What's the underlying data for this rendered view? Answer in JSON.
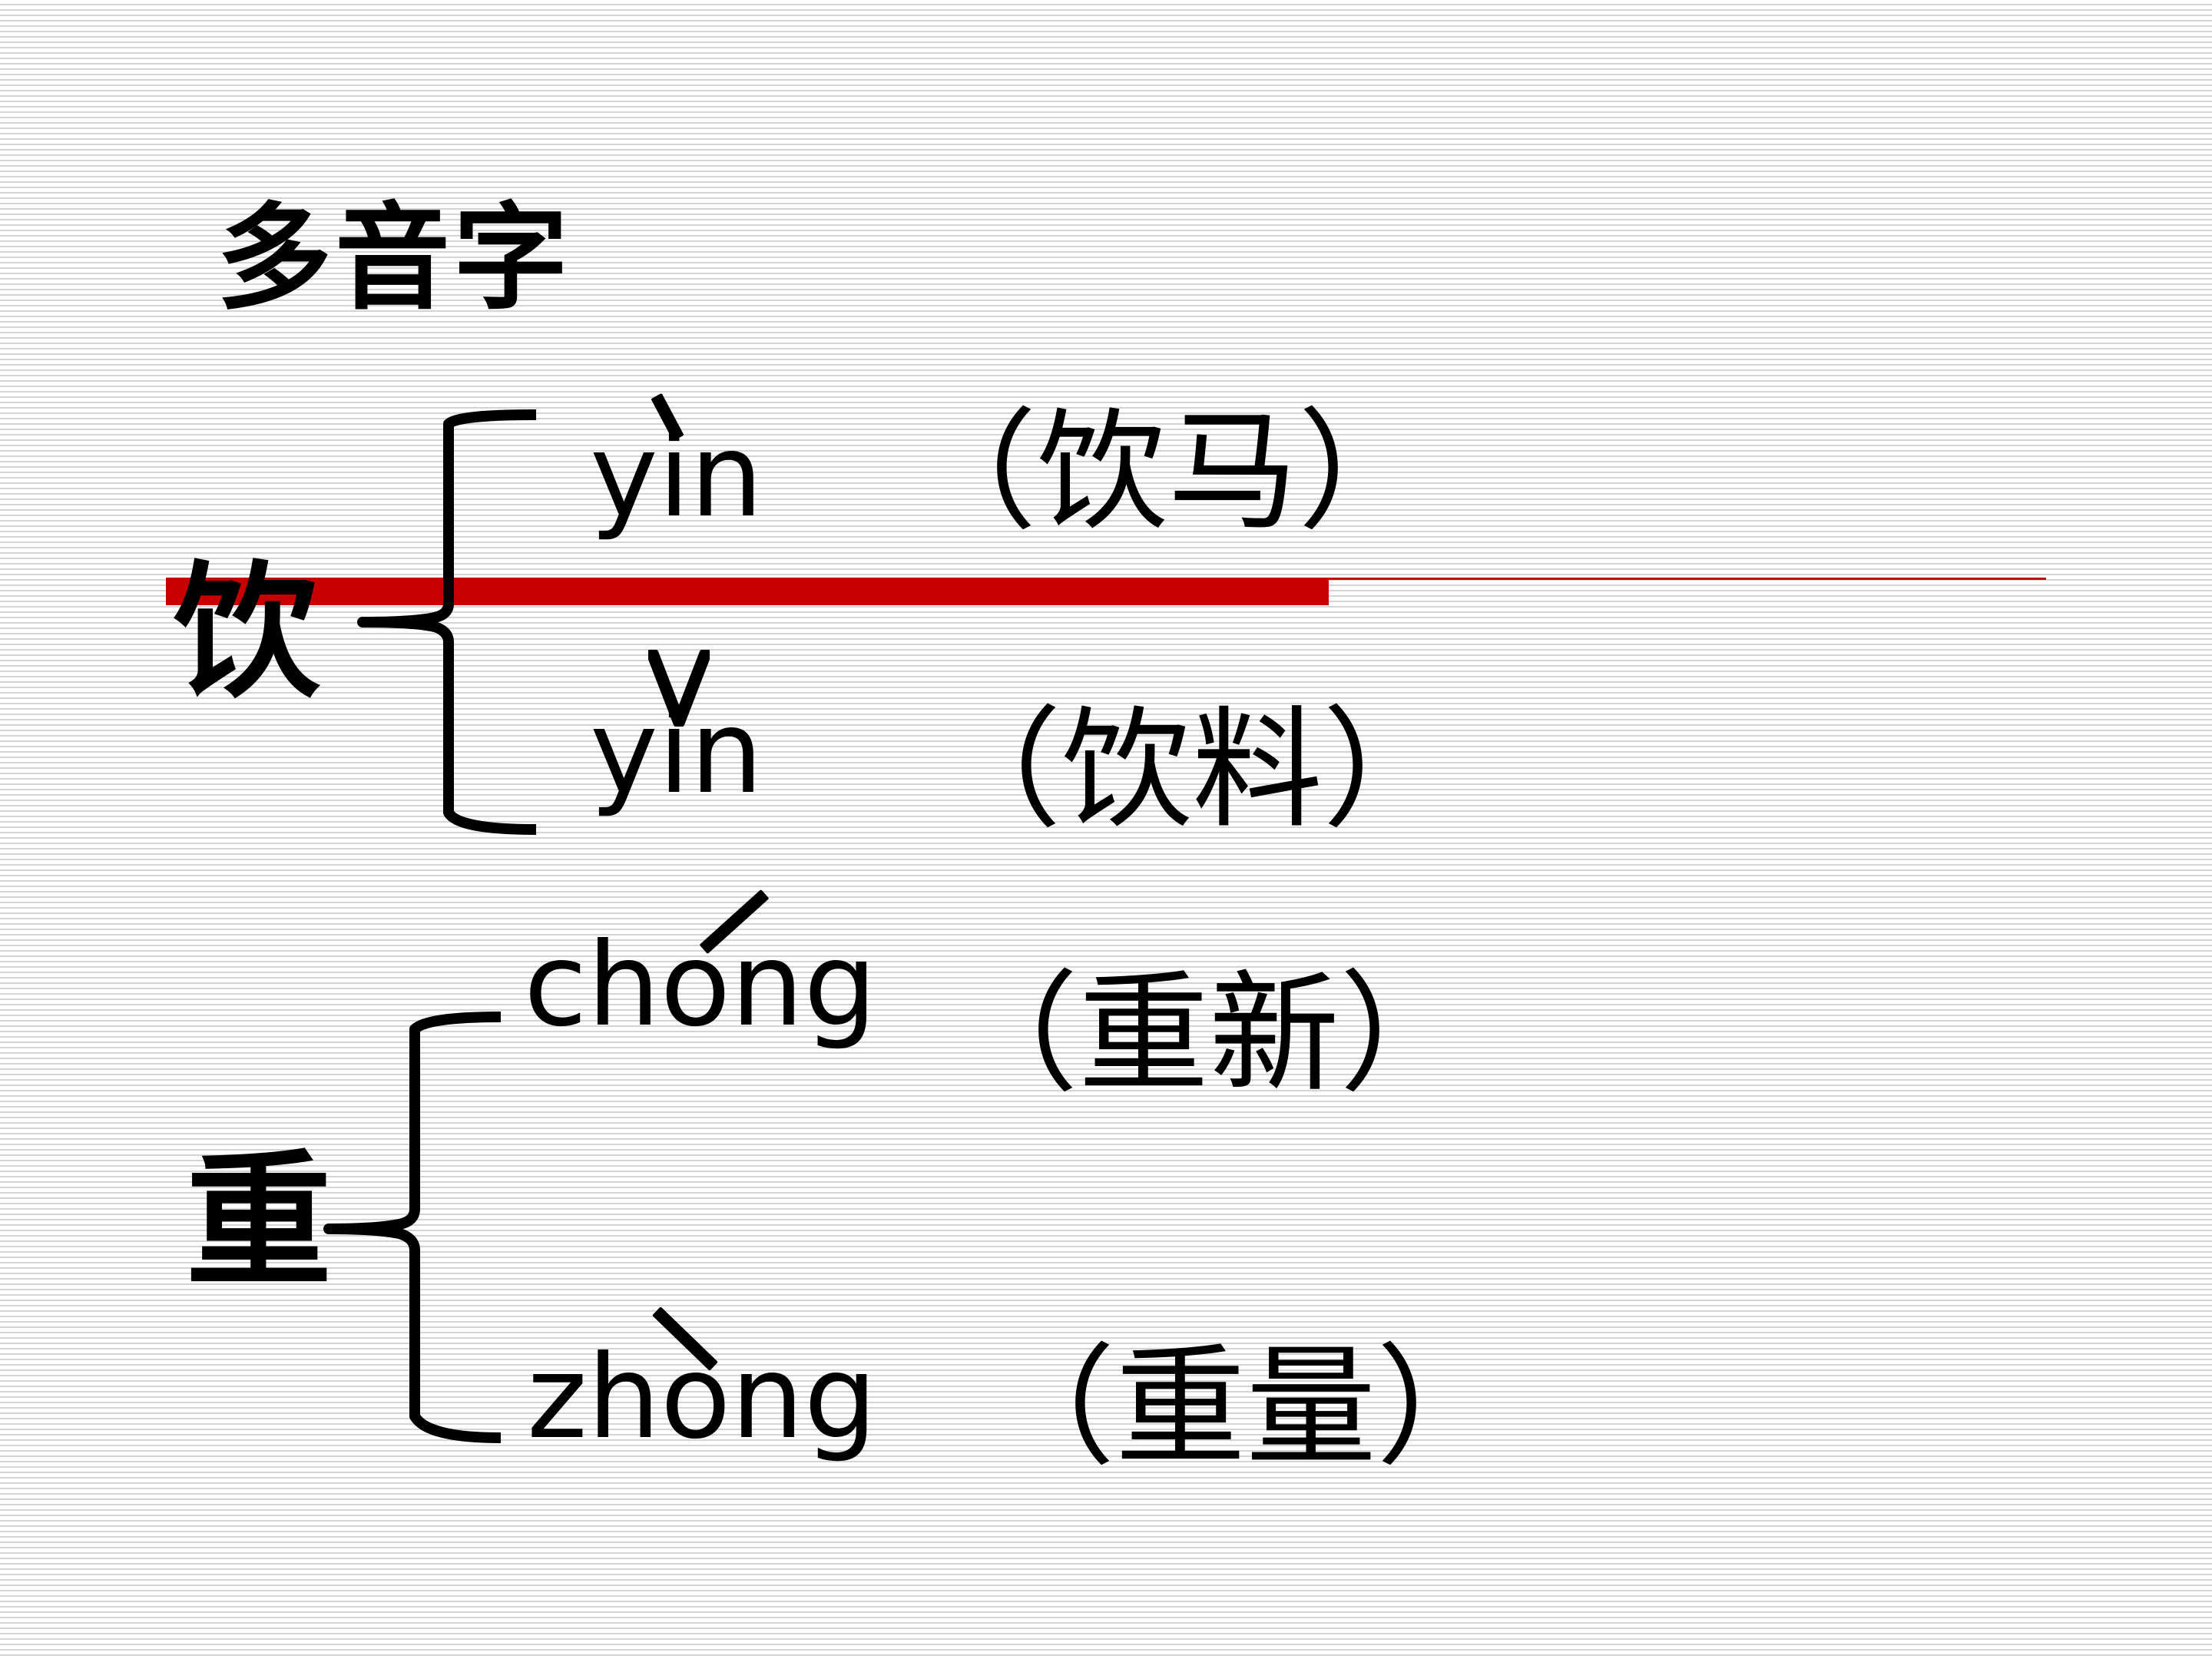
{
  "title": "多音字",
  "groups": [
    {
      "character": "饮",
      "readings": [
        {
          "pinyin": "yin",
          "tone": "4",
          "word": "（饮马）"
        },
        {
          "pinyin": "yin",
          "tone": "3",
          "word": "（饮料）"
        }
      ]
    },
    {
      "character": "重",
      "readings": [
        {
          "pinyin": "chong",
          "tone": "2",
          "word": "（重新）"
        },
        {
          "pinyin": "zhong",
          "tone": "4",
          "word": "（重量）"
        }
      ]
    }
  ],
  "colors": {
    "highlight": "#c80000",
    "text": "#000000",
    "stripe": "#d4d4d4"
  }
}
